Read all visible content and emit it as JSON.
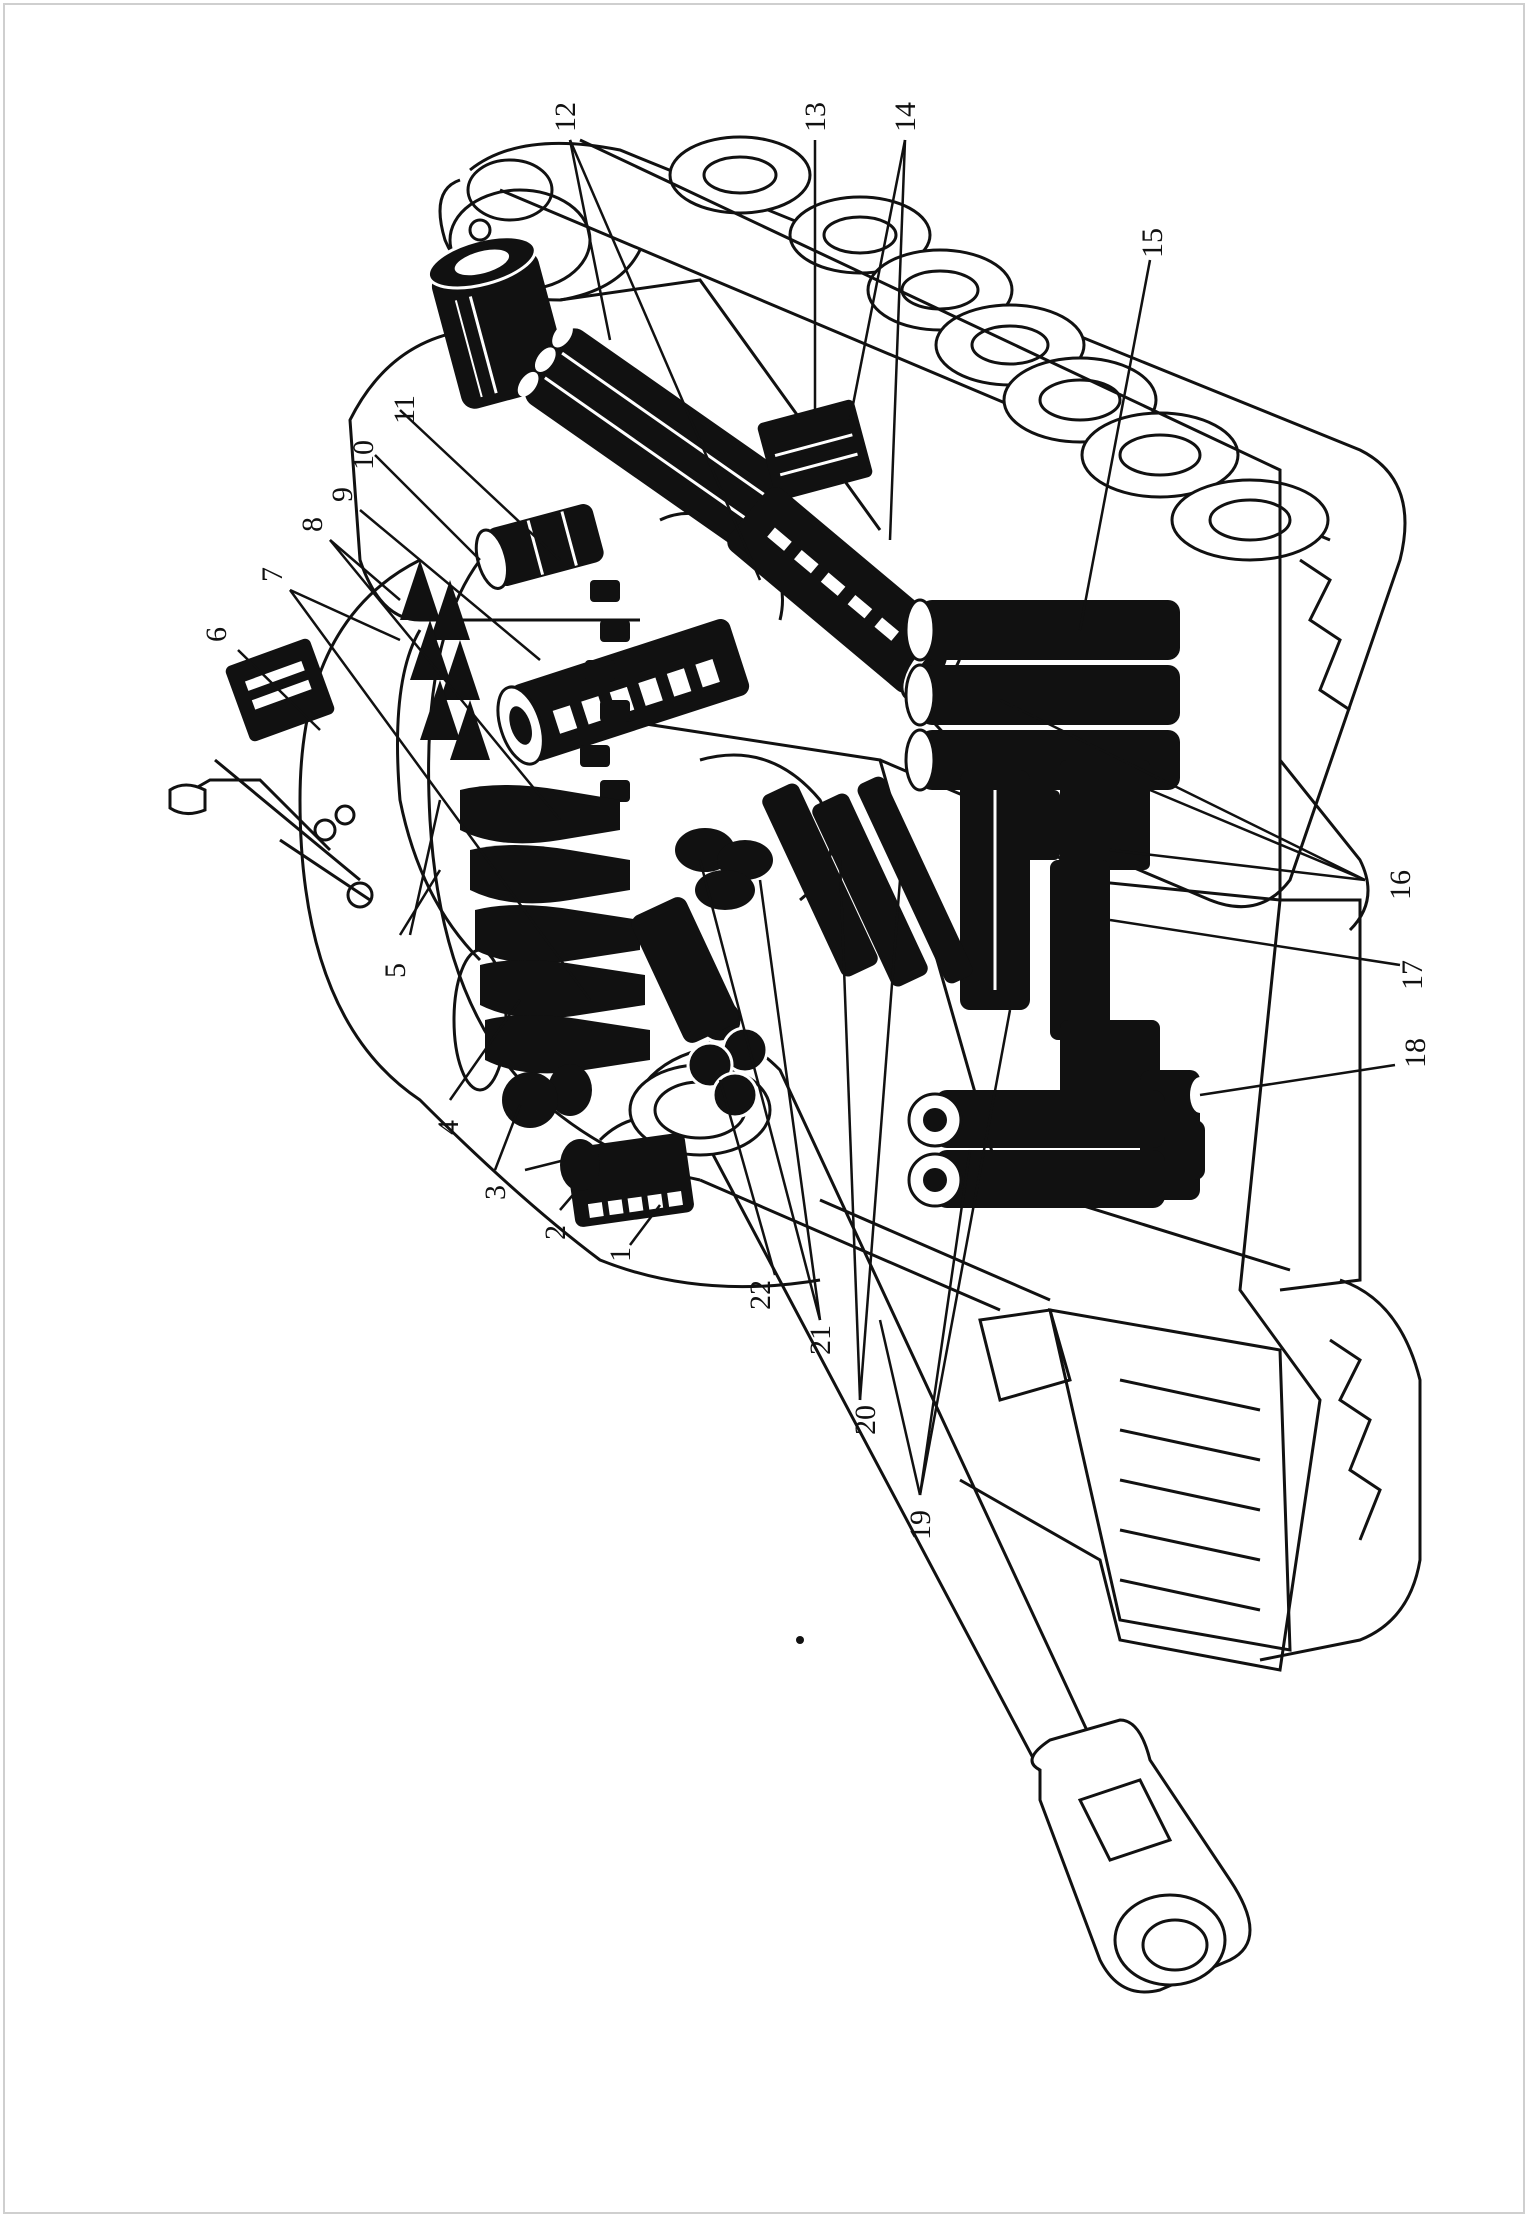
{
  "figure": {
    "type": "exploded cutaway illustration of a tank hull and turret showing ammunition stowage",
    "colors": {
      "ink": "#111111",
      "paper": "#ffffff"
    },
    "callouts": [
      "1",
      "2",
      "3",
      "4",
      "5",
      "6",
      "7",
      "8",
      "9",
      "10",
      "11",
      "12",
      "13",
      "14",
      "15",
      "16",
      "17",
      "18",
      "19",
      "20",
      "21",
      "22"
    ]
  }
}
